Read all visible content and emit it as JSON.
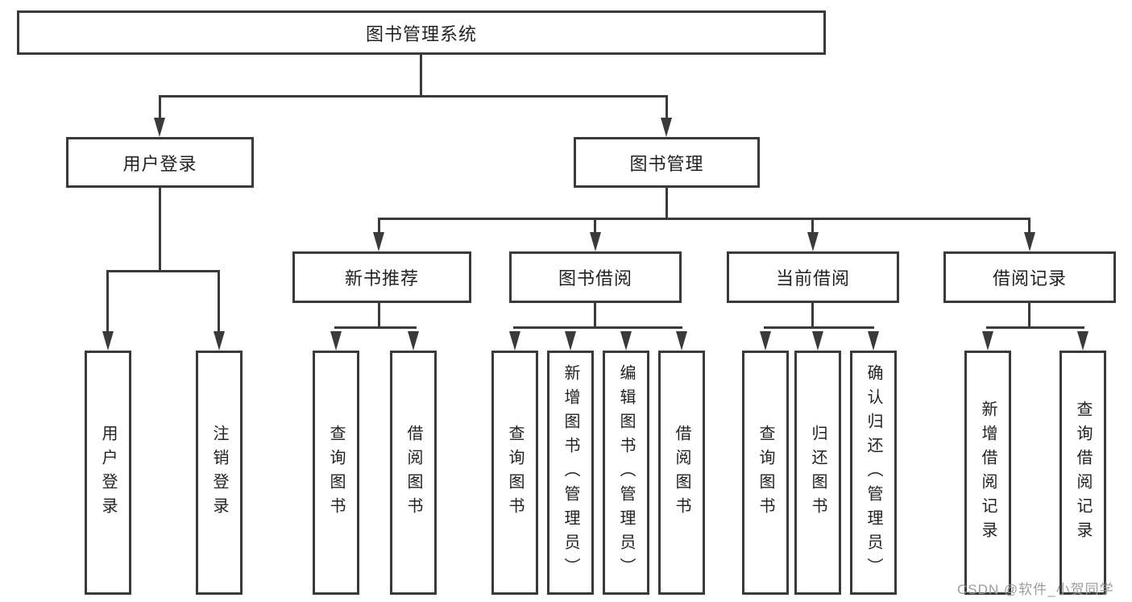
{
  "title": {
    "label": "图书管理系统"
  },
  "nodes": {
    "user_login": "用户登录",
    "book_mgmt": "图书管理",
    "new_book_rec": "新书推荐",
    "book_borrow": "图书借阅",
    "current_borrow": "当前借阅",
    "borrow_records": "借阅记录"
  },
  "leaves": [
    {
      "label": "用户登录"
    },
    {
      "label": "注销登录"
    },
    {
      "label": "查询图书"
    },
    {
      "label": "借阅图书"
    },
    {
      "label": "查询图书"
    },
    {
      "label": "新增图书（管理员）"
    },
    {
      "label": "编辑图书（管理员）"
    },
    {
      "label": "借阅图书"
    },
    {
      "label": "查询图书"
    },
    {
      "label": "归还图书"
    },
    {
      "label": "确认归还（管理员）"
    },
    {
      "label": "新增借阅记录"
    },
    {
      "label": "查询借阅记录"
    }
  ],
  "watermark": {
    "text": "CSDN @软件_小贺同学"
  },
  "colors": {
    "line": "#3a3a3a",
    "text": "#222222",
    "watermark": "#9c9c9c",
    "background": "#ffffff"
  }
}
